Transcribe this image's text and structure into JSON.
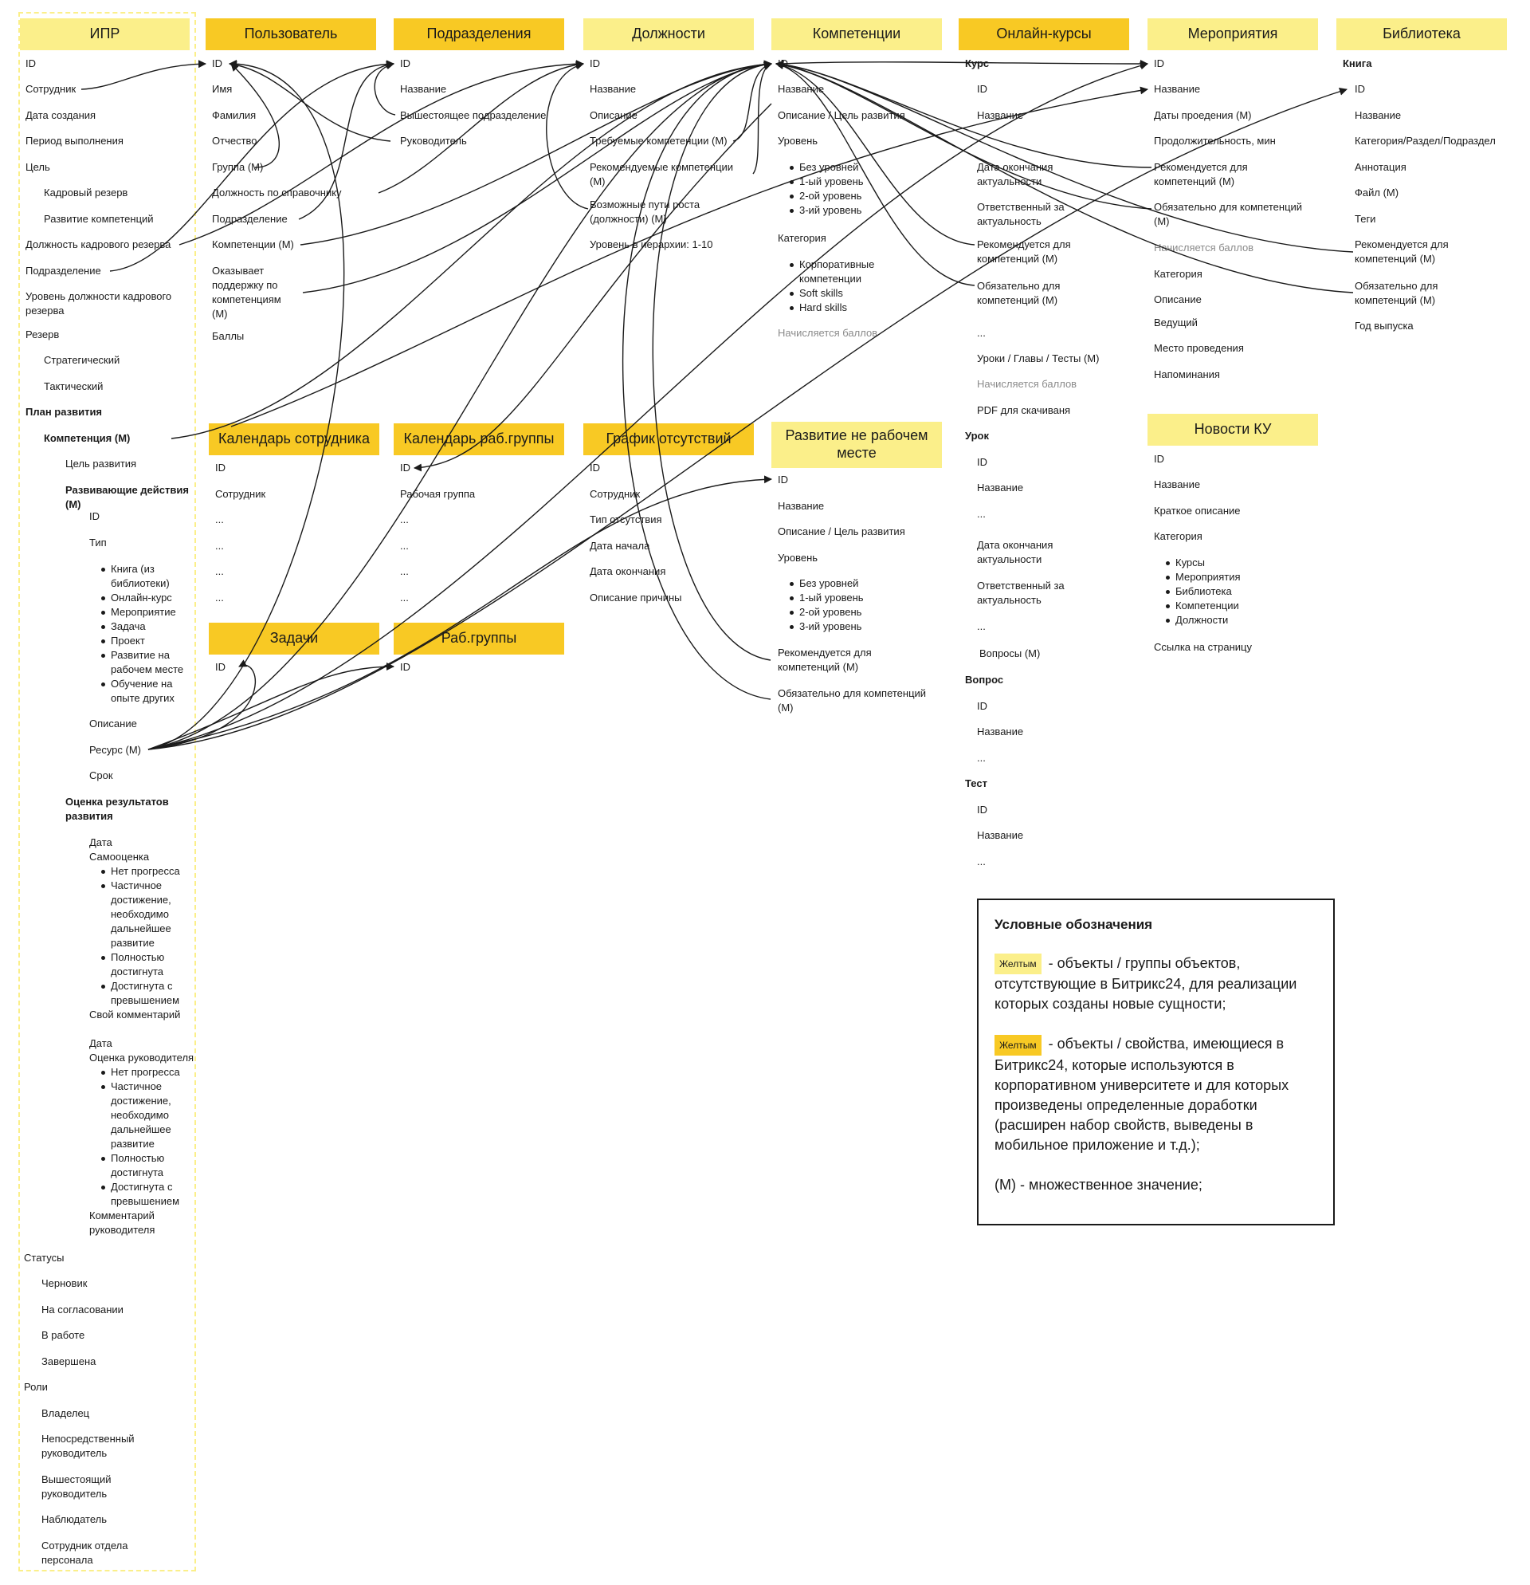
{
  "colors": {
    "light_yellow": "#fbef8a",
    "dark_yellow": "#f8c924",
    "line": "#1a1a1a"
  },
  "headers": {
    "ipr": "ИПР",
    "user": "Пользователь",
    "departments": "Подразделения",
    "positions": "Должности",
    "competencies": "Компетенции",
    "courses": "Онлайн-курсы",
    "events": "Мероприятия",
    "library": "Библиотека",
    "calendar_employee": "Календарь сотрудника",
    "calendar_group": "Календарь раб.группы",
    "absence": "График отсутствий",
    "workplace_dev": "Развитие не рабочем месте",
    "tasks": "Задачи",
    "workgroups": "Раб.группы",
    "news": "Новости КУ"
  },
  "ipr": {
    "id": "ID",
    "employee": "Сотрудник",
    "created": "Дата создания",
    "period": "Период выполнения",
    "goal": "Цель",
    "goal_reserve": "Кадровый резерв",
    "goal_dev": "Развитие компетенций",
    "reserve_position": "Должность кадрового резерва",
    "department": "Подразделение",
    "reserve_level": "Уровень должности кадрового\nрезерва",
    "reserve": "Резерв",
    "reserve_strategic": "Стратегический",
    "reserve_tactical": "Тактический",
    "plan": "План развития",
    "competency": "Компетенция (М)",
    "dev_goal": "Цель развития",
    "dev_actions": "Развивающие действия\n(М)",
    "act_id": "ID",
    "act_type": "Тип",
    "type_items": [
      "Книга (из\nбиблиотеки)",
      "Онлайн-курс",
      "Мероприятие",
      "Задача",
      "Проект",
      "Развитие на\nрабочем месте",
      "Обучение на\nопыте других"
    ],
    "description": "Описание",
    "resource": "Ресурс (М)",
    "deadline": "Срок",
    "assessment": "Оценка результатов\nразвития",
    "self_block": "Дата\nСамооценка",
    "grades": [
      "Нет прогресса",
      "Частичное\nдостижение,\nнеобходимо\nдальнейшее\nразвитие",
      "Полностью\nдостигнута",
      "Достигнута с\nпревышением"
    ],
    "own_comment": "Свой комментарий",
    "mgr_block": "Дата\nОценка руководителя",
    "mgr_comment": "Комментарий\nруководителя",
    "statuses": "Статусы",
    "status_items": [
      "Черновик",
      "На согласовании",
      "В работе",
      "Завершена"
    ],
    "roles": "Роли",
    "role_items": [
      "Владелец",
      "Непосредственный\nруководитель",
      "Вышестоящий\nруководитель",
      "Наблюдатель",
      "Сотрудник отдела\nперсонала"
    ]
  },
  "user": [
    "ID",
    "Имя",
    "Фамилия",
    "Отчество",
    "Группа (М)",
    "Должность по справочнику",
    "Подразделение",
    "Компетенции (М)",
    "Оказывает\nподдержку по\nкомпетенциям\n(М)",
    "Баллы"
  ],
  "departments": [
    "ID",
    "Название",
    "Вышестоящее подразделение",
    "Руководитель"
  ],
  "positions": [
    "ID",
    "Название",
    "Описание",
    "Требуемые компетенции (М)",
    "Рекомендуемые компетенции\n(М)",
    "Возможные пути роста\n(должности) (М)",
    "Уровень в иерархии: 1-10"
  ],
  "competencies": {
    "fields": [
      "ID",
      "Название",
      "Описание / Цель развития",
      "Уровень"
    ],
    "levels": [
      "Без уровней",
      "1-ый уровень",
      "2-ой уровень",
      "3-ий уровень"
    ],
    "category": "Категория",
    "categories": [
      "Корпоративные\nкомпетенции",
      "Soft skills",
      "Hard skills"
    ],
    "points": "Начисляется баллов"
  },
  "courses": {
    "course": "Курс",
    "course_fields": [
      "ID",
      "Название",
      "Дата окончания\nактуальности",
      "Ответственный за\nактуальность",
      "Рекомендуется для\nкомпетенций (М)",
      "Обязательно для\nкомпетенций (М)",
      "...",
      "Уроки / Главы / Тесты  (М)"
    ],
    "points": "Начисляется баллов",
    "pdf": "PDF для скачиваня",
    "lesson": "Урок",
    "lesson_fields": [
      "ID",
      "Название",
      "...",
      "Дата окончания\nактуальности",
      "Ответственный за\nактуальность",
      "...",
      "Вопросы (М)"
    ],
    "question": "Вопрос",
    "question_fields": [
      "ID",
      "Название",
      "..."
    ],
    "test": "Тест",
    "test_fields": [
      "ID",
      "Название",
      "..."
    ]
  },
  "events": {
    "fields": [
      "ID",
      "Название",
      "Даты проедения (М)",
      "Продолжительность, мин",
      "Рекомендуется для\nкомпетенций (М)",
      "Обязательно для компетенций\n(М)"
    ],
    "points": "Начисляется баллов",
    "fields2": [
      "Категория",
      "Описание",
      "Ведущий",
      "Место проведения",
      "Напоминания"
    ]
  },
  "library": {
    "book": "Книга",
    "fields": [
      "ID",
      "Название",
      "Категория/Раздел/Подраздел",
      "Аннотация",
      "Файл (М)",
      "Теги",
      "Рекомендуется для\nкомпетенций (М)",
      "Обязательно для\nкомпетенций (М)",
      "Год выпуска"
    ]
  },
  "calendar_employee": [
    "ID",
    "Сотрудник",
    "...",
    "...",
    "...",
    "..."
  ],
  "calendar_group": [
    "ID",
    "Рабочая группа",
    "...",
    "...",
    "...",
    "..."
  ],
  "absence": [
    "ID",
    "Сотрудник",
    "Тип отсутствия",
    "Дата начала",
    "Дата окончания",
    "Описание причины"
  ],
  "workplace_dev": {
    "fields": [
      "ID",
      "Название",
      "Описание / Цель развития",
      "Уровень"
    ],
    "levels": [
      "Без уровней",
      "1-ый уровень",
      "2-ой уровень",
      "3-ий уровень"
    ],
    "fields2": [
      "Рекомендуется для\nкомпетенций (М)",
      "Обязательно для компетенций\n(М)"
    ]
  },
  "tasks": [
    "ID"
  ],
  "workgroups": [
    "ID"
  ],
  "news": {
    "fields": [
      "ID",
      "Название",
      "Краткое описание",
      "Категория"
    ],
    "categories": [
      "Курсы",
      "Мероприятия",
      "Библиотека",
      "Компетенции",
      "Должности"
    ],
    "link": "Ссылка на страницу"
  },
  "legend": {
    "title": "Условные обозначения",
    "swatch1": "Желтым",
    "text1": " - объекты / группы объектов, отсутствующие в Битрикс24, для реализации которых созданы новые сущности;",
    "swatch2": "Желтым",
    "text2": " - объекты / свойства, имеющиеся в Битрикс24, которые используются в корпоративном университете и для которых произведены определенные доработки (расширен набор свойств, выведены в мобильное приложение и т.д.);",
    "text3": "(М) - множественное значение;"
  }
}
